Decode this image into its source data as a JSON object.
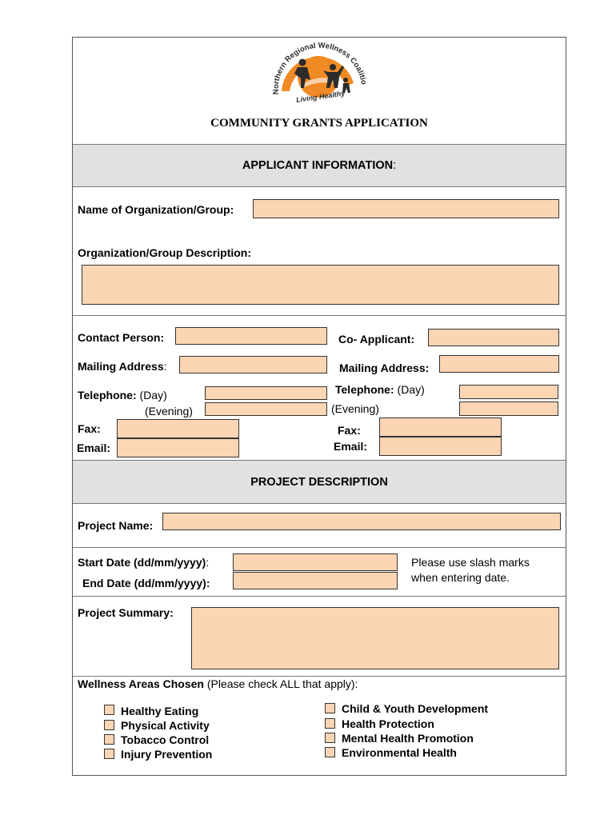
{
  "logo": {
    "arc_text": "Northern Regional Wellness Coalition",
    "tagline": "Living Healthy",
    "colors": {
      "orange": "#f08a24",
      "dark": "#2b2b2b"
    }
  },
  "title": "COMMUNITY GRANTS APPLICATION",
  "sections": {
    "applicant": "APPLICANT INFORMATION",
    "applicant_colon": ":",
    "project": "PROJECT DESCRIPTION"
  },
  "applicant": {
    "org_name": "Name of Organization/Group:",
    "org_desc": "Organization/Group Description:",
    "contact": "Contact Person:",
    "co_applicant": "Co- Applicant:",
    "mailing_left_bold": "Mailing Address",
    "mailing_left_colon": ":",
    "mailing_right": "Mailing Address:",
    "telephone_bold": "Telephone:",
    "day": "(Day)",
    "evening": "(Evening)",
    "fax": "Fax:",
    "email": "Email:"
  },
  "project": {
    "name": "Project Name:",
    "start_bold": "Start Date (dd/mm/yyyy)",
    "start_colon": ":",
    "end": "End Date (dd/mm/yyyy):",
    "note_line1": "Please use slash marks",
    "note_line2": "when entering date.",
    "summary": "Project  Summary:"
  },
  "wellness": {
    "heading_bold": "Wellness Areas Chosen",
    "heading_rest": " (Please check ALL that apply):",
    "left": [
      "Healthy Eating",
      "Physical Activity",
      "Tobacco Control",
      "Injury Prevention"
    ],
    "right": [
      "Child & Youth Development",
      "Health Protection",
      "Mental Health Promotion",
      "Environmental Health"
    ]
  },
  "field_color": "#fcd5b4"
}
